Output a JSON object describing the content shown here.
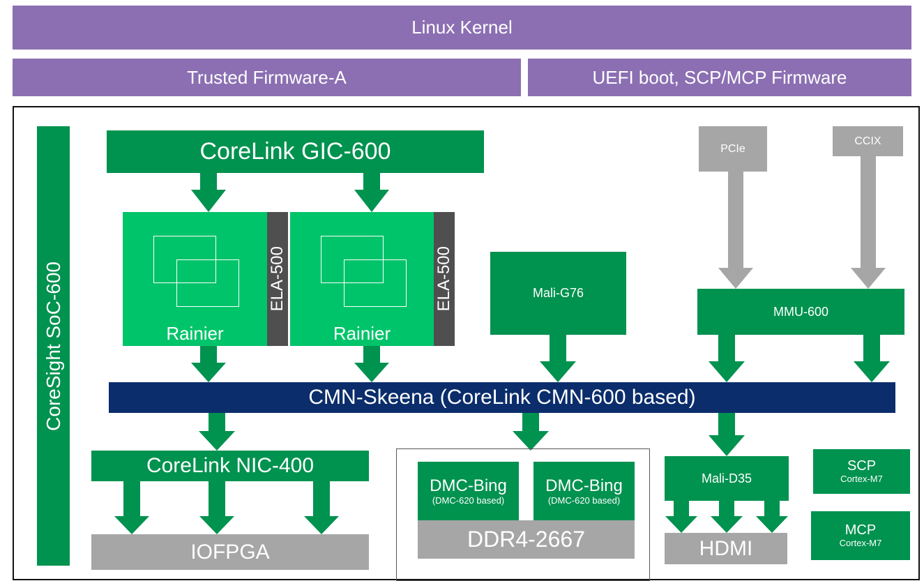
{
  "layers": {
    "linux_kernel": "Linux Kernel",
    "trusted_firmware": "Trusted Firmware-A",
    "uefi": "UEFI boot, SCP/MCP Firmware"
  },
  "blocks": {
    "coresight": "CoreSight SoC-600",
    "gic": "CoreLink GIC-600",
    "cpu1_label": "Rainier",
    "cpu2_label": "Rainier",
    "ela1": "ELA-500",
    "ela2": "ELA-500",
    "gpu": "Mali-G76",
    "pcie": "PCIe",
    "ccix": "CCIX",
    "mmu": "MMU-600",
    "cmn": "CMN-Skeena (CoreLink CMN-600 based)",
    "nic": "CoreLink NIC-400",
    "iofpga": "IOFPGA",
    "dmc1_title": "DMC-Bing",
    "dmc1_sub": "(DMC-620 based)",
    "dmc2_title": "DMC-Bing",
    "dmc2_sub": "(DMC-620 based)",
    "ddr": "DDR4-2667",
    "display": "Mali-D35",
    "hdmi": "HDMI",
    "scp_title": "SCP",
    "scp_sub": "Cortex-M7",
    "mcp_title": "MCP",
    "mcp_sub": "Cortex-M7"
  },
  "colors": {
    "purple": "#8b6fb2",
    "green": "#00924f",
    "light_green": "#00c46a",
    "navy": "#0b2d6b",
    "grey": "#a6a6a6",
    "dark_grey": "#4f4f4f"
  }
}
